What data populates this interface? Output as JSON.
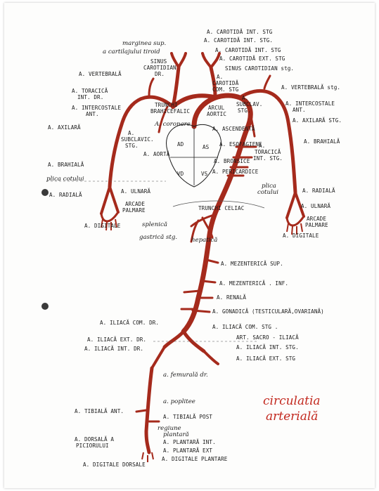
{
  "title": [
    "circulatia",
    "arterială"
  ],
  "colors": {
    "artery": "#a52a1c",
    "ink": "#1a1a1a",
    "title": "#c2271d"
  },
  "labels": {
    "carotid_int_stg_top": "A. CAROTIDĂ INT. STG",
    "carotid_int_stg_2": "A. CAROTIDĂ INT. STG.",
    "carotid_int_stg_3": "A. CAROTIDĂ INT. STG",
    "carotid_ext_stg": "A. CAROTIDĂ EXT. STG",
    "sinus_carotidian_stg": "SINUS CAROTIDIAN stg.",
    "marginea_1": "marginea sup.",
    "marginea_2": "a cartilajului tiroid",
    "sinus_carotidian_dr_1": "SINUS",
    "sinus_carotidian_dr_2": "CAROTIDIAN",
    "sinus_carotidian_dr_3": "DR.",
    "vertebrala_dr": "A. VERTEBRALĂ",
    "vertebrala_stg": "A. VERTEBRALĂ stg.",
    "carotida_com_stg_1": "A.",
    "carotida_com_stg_2": "CAROTIDĂ",
    "carotida_com_stg_3": "COM. STG",
    "toracica_int_dr_1": "A. TORACICĂ",
    "toracica_int_dr_2": "INT. DR.",
    "intercostale_dr_1": "A. INTERCOSTALE",
    "intercostale_dr_2": "ANT.",
    "intercostale_stg_1": "A. INTERCOSTALE",
    "intercostale_stg_2": "ANT.",
    "trunchi_1": "TRUNCHI",
    "trunchi_2": "BRAHICEFALIC",
    "arcul_1": "ARCUL",
    "arcul_2": "AORTIC",
    "subclav_stg_1": "A.",
    "subclav_stg_2": "SUBCLAV.",
    "subclav_stg_3": "STG.",
    "axilara_stg": "A. AXILARĂ STG.",
    "axilara_dr": "A. AXILARĂ",
    "coronare": "A. coronare",
    "ascendenta": "A. ASCENDENTĂ",
    "subclavic_dr_1": "A.",
    "subclavic_dr_2": "SUBCLAVIC.",
    "subclavic_dr_3": "STG.",
    "brahiala_stg": "A. BRAHIALĂ",
    "aorta": "A. AORTĂ",
    "esofagiene": "A. ESOFAGIENE",
    "toracica_int_stg_1": "A.",
    "toracica_int_stg_2": "TORACICĂ",
    "toracica_int_stg_3": "INT. STG.",
    "bronsice": "A. BRONSICE",
    "pericardice": "A. PERICARDICE",
    "brahiala_dr": "A. BRAHIALĂ",
    "plica_cotului_dr": "plica cotului",
    "plica_cotului_stg_1": "plica",
    "plica_cotului_stg_2": "cotului",
    "radiala_dr": "A. RADIALĂ",
    "ulnara_dr": "A. ULNARĂ",
    "arcade_dr_1": "ARCADE",
    "arcade_dr_2": "PALMARE",
    "digitale_dr": "A. DIGITALE",
    "radiala_stg": "A. RADIALĂ",
    "ulnara_stg": "A. ULNARĂ",
    "arcade_stg_1": "ARCADE",
    "arcade_stg_2": "PALMARE",
    "digitale_stg": "A. DIGITALE",
    "trunchi_celiac": "TRUNCHI CELIAC",
    "splenica": "splenică",
    "gastrica": "gastrică stg.",
    "hepatica": "hepatică",
    "mezenterica_sup": "A. MEZENTERICĂ SUP.",
    "mezenterica_inf": "A. MEZENTERICĂ . INF.",
    "renala": "A. RENALĂ",
    "gonadica": "A. GONADICĂ (TESTICULARĂ,OVARIANĂ)",
    "iliaca_com_dr": "A. ILIACĂ COM. DR.",
    "iliaca_com_stg": "A. ILIACĂ COM. STG .",
    "iliaca_ext_dr": "A. ILIACĂ EXT. DR.",
    "iliaca_int_dr": "A. ILIACĂ INT. DR.",
    "sacro_iliaca": "ART. SACRO - ILIACĂ",
    "iliaca_int_stg": "A. ILIACĂ INT. STG.",
    "iliaca_ext_stg": "A. ILIACĂ EXT. STG",
    "femurala": "a. femurală dr.",
    "poplitee": "a. poplitee",
    "tibiala_ant": "A. TIBIALĂ ANT.",
    "tibiala_post": "A. TIBIALĂ POST",
    "regiune_1": "regiune",
    "regiune_2": "plantară",
    "plantara_int": "A. PLANTARĂ INT.",
    "plantara_ext": "A. PLANTARĂ EXT",
    "dorsala_1": "A. DORSALĂ A",
    "dorsala_2": "PICIORULUI",
    "digitale_dorsale": "A. DIGITALE DORSALE",
    "digitale_plantare": "A. DIGITALE PLANTARE",
    "heart_ad": "AD",
    "heart_as": "AS",
    "heart_vd": "VD",
    "heart_vs": "VS"
  }
}
